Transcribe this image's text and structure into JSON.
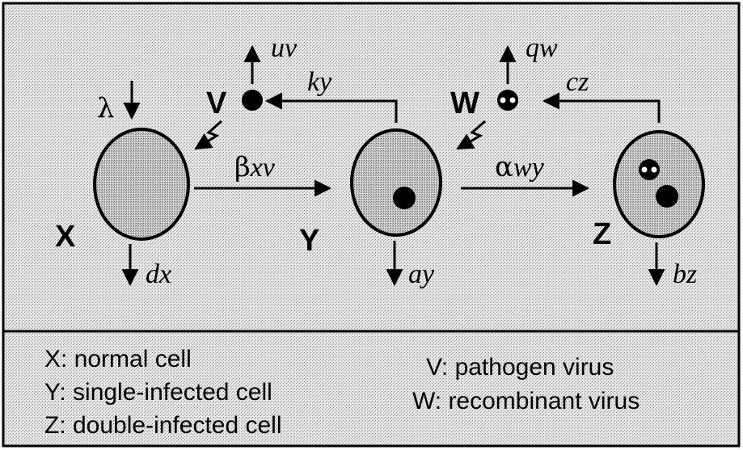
{
  "diagram": {
    "cells": {
      "x": {
        "label": "X"
      },
      "y": {
        "label": "Y"
      },
      "z": {
        "label": "Z"
      }
    },
    "viruses": {
      "v": {
        "label": "V"
      },
      "w": {
        "label": "W"
      }
    },
    "rates": {
      "lambda": "λ",
      "dx": "dx",
      "beta_symbol": "β",
      "beta_rest": "xv",
      "ay": "ay",
      "alpha_symbol": "α",
      "alpha_rest": "wy",
      "bz": "bz",
      "uv": "uv",
      "ky": "ky",
      "qw": "qw",
      "cz": "cz"
    }
  },
  "legend": {
    "x": "X: normal cell",
    "y": "Y: single-infected cell",
    "z": "Z: double-infected cell",
    "v": "V: pathogen virus",
    "w": "W: recombinant virus"
  }
}
